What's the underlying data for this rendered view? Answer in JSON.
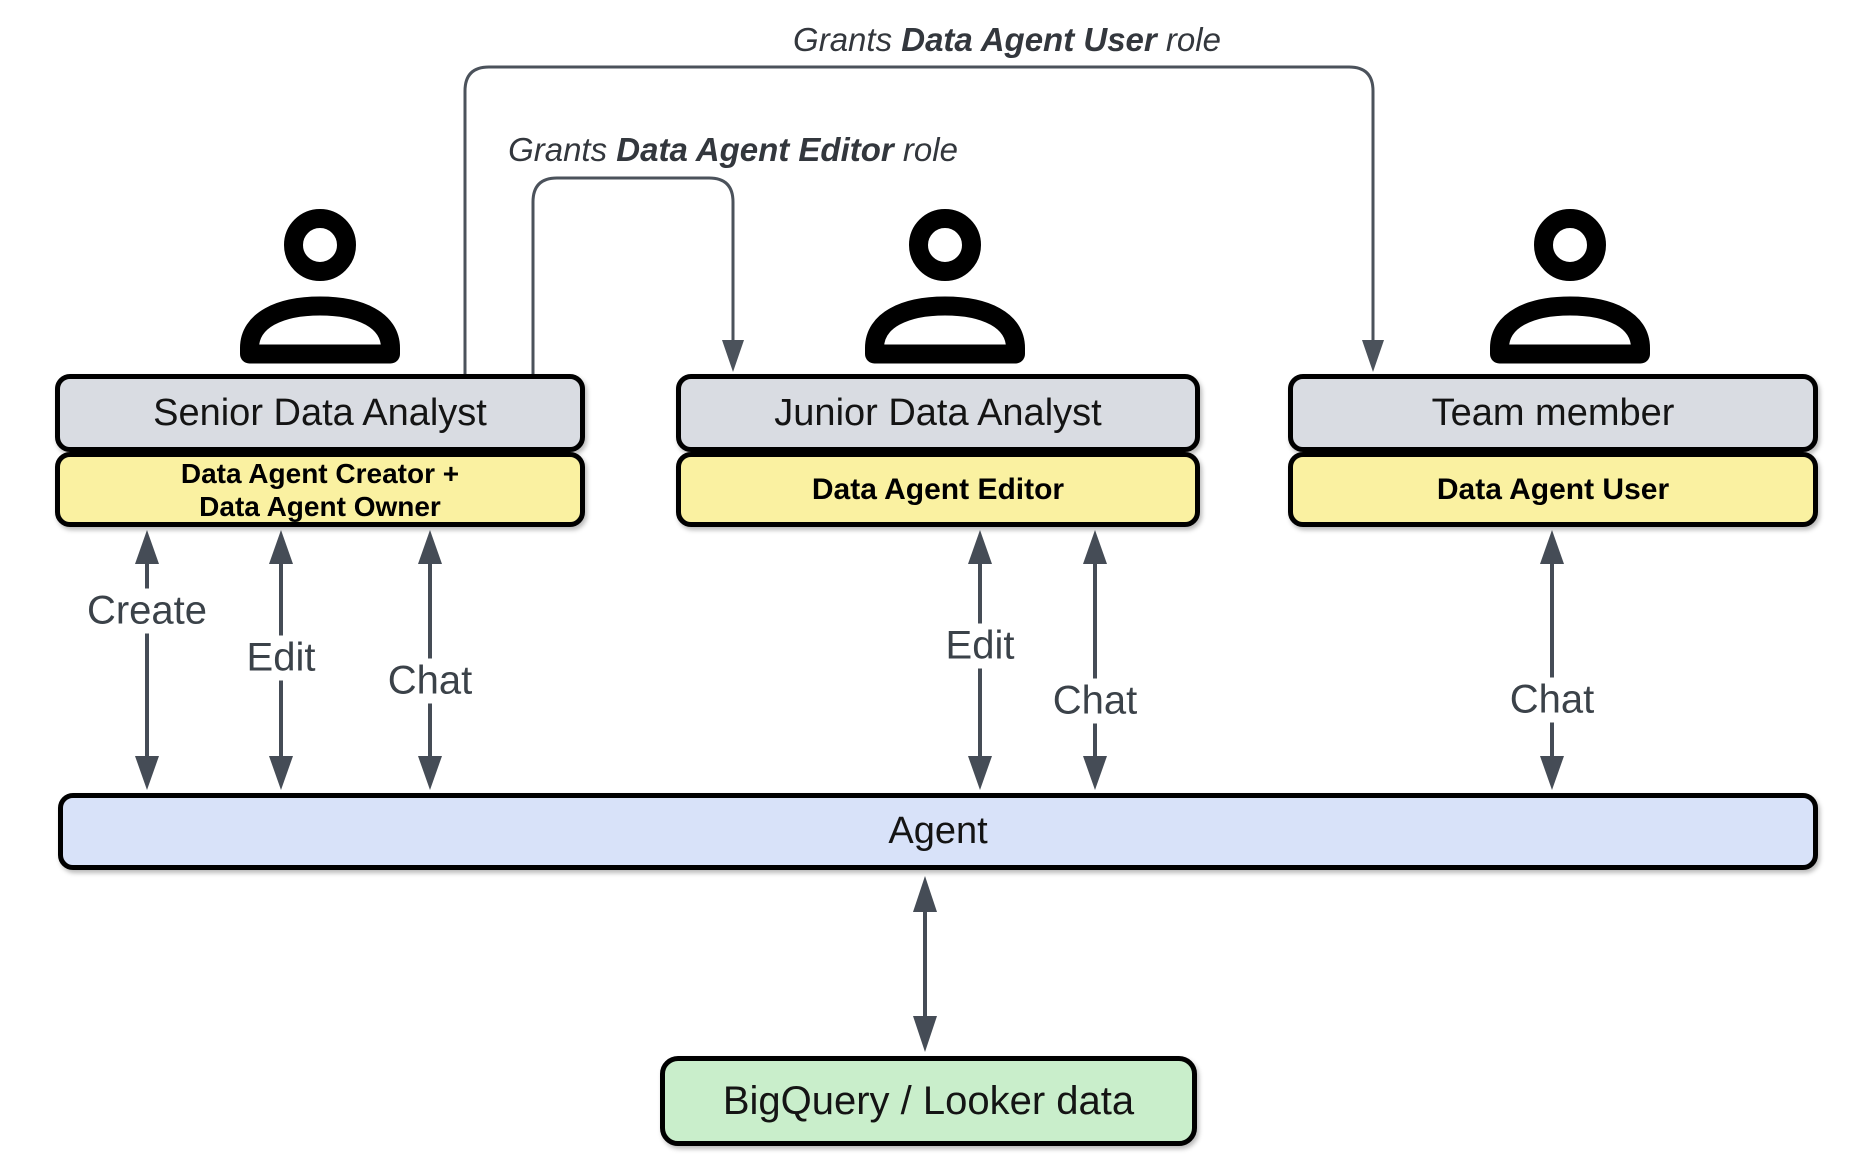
{
  "colors": {
    "gray_box": "#d9dce2",
    "yellow_box": "#faf1a1",
    "blue_box": "#d8e2f9",
    "green_box": "#c9eecb",
    "box_border": "#000000",
    "arrow": "#454c56",
    "connector": "#4b525b",
    "label_text": "#3b4249",
    "grant_text": "#33373d"
  },
  "grant_arrows": [
    {
      "name": "grant-user",
      "text_prefix": "Grants ",
      "text_bold": "Data Agent User",
      "text_suffix": " role"
    },
    {
      "name": "grant-editor",
      "text_prefix": "Grants ",
      "text_bold": "Data Agent Editor",
      "text_suffix": " role"
    }
  ],
  "actors": [
    {
      "title": "Senior Data Analyst",
      "role": "Data Agent Creator +\nData Agent Owner",
      "actions": [
        "Create",
        "Edit",
        "Chat"
      ]
    },
    {
      "title": "Junior Data Analyst",
      "role": "Data Agent Editor",
      "actions": [
        "Edit",
        "Chat"
      ]
    },
    {
      "title": "Team member",
      "role": "Data Agent User",
      "actions": [
        "Chat"
      ]
    }
  ],
  "agent": {
    "label": "Agent"
  },
  "datastore": {
    "label": "BigQuery / Looker data"
  }
}
